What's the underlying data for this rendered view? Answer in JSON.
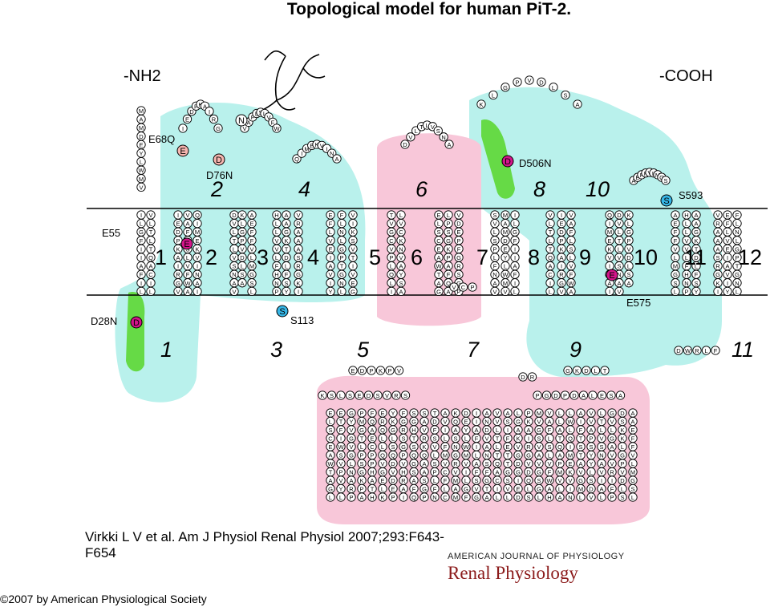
{
  "figure": {
    "title": "Topological model for human PiT-2.",
    "citation": "Virkki L V et al. Am J Physiol Renal Physiol 2007;293:F643-F654",
    "journal_small": "AMERICAN JOURNAL OF PHYSIOLOGY",
    "journal_big": "Renal Physiology",
    "copyright": "©2007 by American Physiological Society"
  },
  "diagram": {
    "termini": [
      "-NH2",
      "-COOH"
    ],
    "tm_numbers": [
      "1",
      "2",
      "3",
      "4",
      "5",
      "6",
      "7",
      "8",
      "9",
      "10",
      "11",
      "12"
    ],
    "loop_numbers_top": [
      "2",
      "4",
      "6",
      "8",
      "10"
    ],
    "loop_numbers_bottom": [
      "1",
      "3",
      "5",
      "7",
      "9",
      "11"
    ],
    "site_labels": [
      "E68Q",
      "D76N",
      "E55",
      "D28N",
      "S113",
      "D506N",
      "S593",
      "E575"
    ],
    "residue_strands": [
      "MAMDEYLWMV",
      "ILGFIIAFILAFSVGANDVANSFGTAV",
      "VLTLTQACILASIFETTGSVLLGAKVGDG",
      "IEDPKAIRGVDQLSMVGSVAVGSGL",
      "VAFLSLVFWAHLLATQAPMVLALWL",
      "QIMEKVINAIFTSTAVGMLVVAPSYYLS",
      "DVLTLVSNAVIALGVLGAVVRIFPDSK",
      "KLGPVDLSA",
      "AEFFVLMGSLIFLLF",
      "HLLVVLFHNPGSLVILSQKSIT",
      "AAGKTDLFSYIS",
      "VRAAASRGKIEGPQ",
      "EFLVEIAVIYVLSTLVVTPGLELGDGKLSA",
      "FLNLGPTGNLDEQWAKVAVIVPLSKKDLLVSLAL",
      "VIKSVTIVEGSEVMFFSTMWTMPV",
      "TVGCVPLQLIGAFVFGVSIHVMAIWK",
      "LVCKNVAYSAGFLFVGNTPHLN",
      "ELSCEAWTAGLETFIWSVPVYLGYVGVGLNARPPMGT",
      "LPSGKPAFQAECPPHATHERQLLQVGELKYKGLSQD",
      "VDEPFGRSGPVHRAISGHTSQGSAFQSAVRKQAASGPTDF",
      "SVLSPLFNAVILFMVCFLCKQASNGRV"
    ],
    "connector_residues": [
      "EDPKPV",
      "KSLSEDSVRS",
      "PGDPDALESA",
      "DWRLF",
      "GKDLT",
      "VCP",
      "DR"
    ]
  }
}
